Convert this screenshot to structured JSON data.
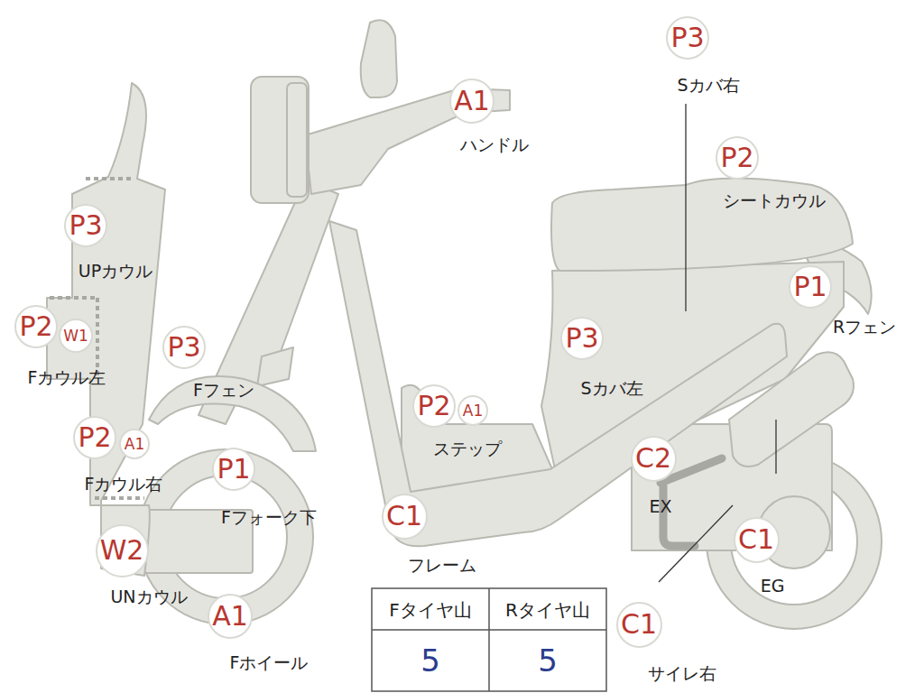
{
  "diagram": {
    "nodes": [
      {
        "text": [
          "P3"
        ]
      },
      {
        "text": [
          "A1"
        ]
      },
      {
        "text": [
          "P2"
        ]
      },
      {
        "text": [
          "P3"
        ]
      },
      {
        "text": [
          "P1"
        ]
      },
      {
        "text": [
          "P2"
        ]
      },
      {
        "text": [
          "W1"
        ]
      },
      {
        "text": [
          "P3"
        ]
      },
      {
        "text": [
          "P3"
        ]
      },
      {
        "text": [
          "P2"
        ]
      },
      {
        "text": [
          "A1"
        ]
      },
      {
        "text": [
          "P2"
        ]
      },
      {
        "text": [
          "A1"
        ]
      },
      {
        "text": [
          "P1"
        ]
      },
      {
        "text": [
          "C2"
        ]
      },
      {
        "text": [
          "C1"
        ]
      },
      {
        "text": [
          "C1"
        ]
      },
      {
        "text": [
          "W2"
        ]
      },
      {
        "text": [
          "A1"
        ]
      },
      {
        "text": [
          "C1"
        ]
      }
    ],
    "labels": [
      "Sカバ右",
      "ハンドル",
      "シートカウル",
      "UPカウル",
      "Rフェン",
      "Fカウル左",
      "Fフェン",
      "Sカバ左",
      "ステップ",
      "Fカウル右",
      "Fフォーク下",
      "EX",
      "フレーム",
      "EG",
      "UNカウル",
      "Fホイール",
      "サイレ右",
      "Fタイヤ山",
      "Rタイヤ山",
      "5",
      "5"
    ]
  }
}
